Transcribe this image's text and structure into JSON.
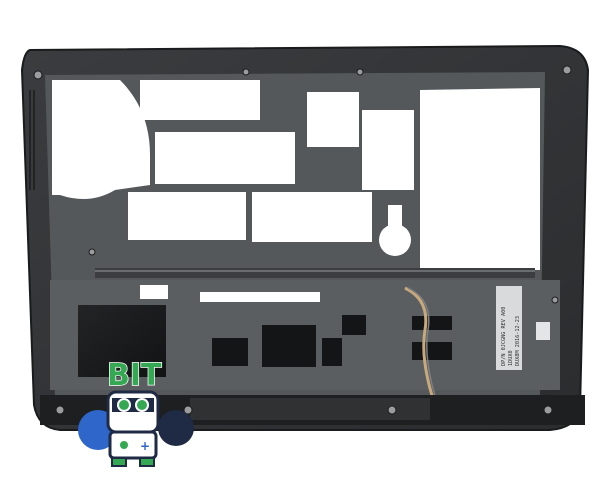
{
  "photo": {
    "subject": "laptop bottom base cover",
    "label": {
      "lines": [
        "DP/N 0JCGNG REV A00",
        "1DUX0",
        "DUX8M 2016-12-23"
      ]
    }
  },
  "logo": {
    "text": "BIT",
    "colors": {
      "green": "#34a853",
      "blue": "#2e66c9",
      "dark": "#1f2a44"
    }
  },
  "colors": {
    "chassis": "#2b2d2f",
    "chassis_light": "#4a4d50",
    "background": "#ffffff"
  }
}
